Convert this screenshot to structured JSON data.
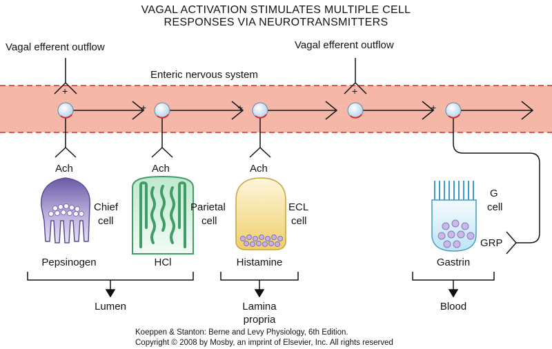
{
  "title_line1": "VAGAL ACTIVATION STIMULATES MULTIPLE CELL",
  "title_line2": "RESPONSES VIA NEUROTRANSMITTERS",
  "vagal_left": "Vagal efferent outflow",
  "vagal_right": "Vagal efferent outflow",
  "enteric": "Enteric nervous system",
  "plus": "+",
  "ach": "Ach",
  "cells": {
    "chief": {
      "name_1": "Chief",
      "name_2": "cell",
      "product": "Pepsinogen",
      "color": "#8e7fbf"
    },
    "parietal": {
      "name_1": "Parietal",
      "name_2": "cell",
      "product": "HCl",
      "color": "#4fb27a"
    },
    "ecl": {
      "name_1": "ECL",
      "name_2": "cell",
      "product": "Histamine",
      "color": "#f0d37a"
    },
    "g": {
      "name_1": "G",
      "name_2": "cell",
      "product": "Gastrin",
      "color": "#6cc4e6"
    }
  },
  "grp": "GRP",
  "targets": {
    "lumen": "Lumen",
    "lamina_1": "Lamina",
    "lamina_2": "propria",
    "blood": "Blood"
  },
  "credit_1": "Koeppen & Stanton: Berne and Levy Physiology, 6th Edition.",
  "credit_2": "Copyright © 2008 by Mosby, an imprint of Elsevier, Inc. All rights reserved",
  "colors": {
    "band": "#f5b8a8",
    "band_dash": "#d22a2a",
    "neuron": "#d6e8f5",
    "line": "#111111"
  }
}
